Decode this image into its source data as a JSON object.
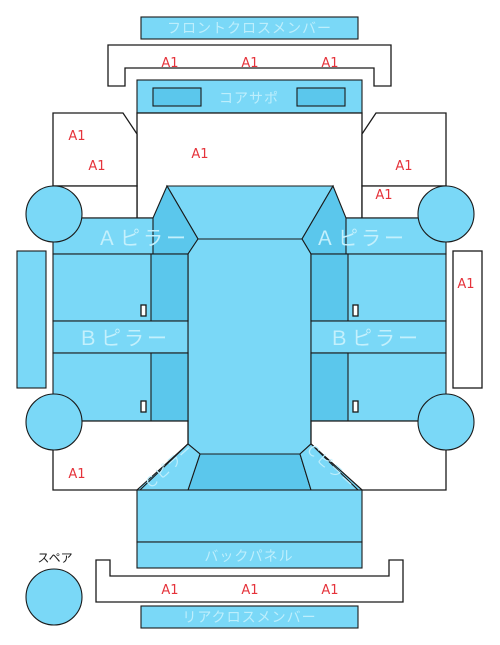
{
  "labels": {
    "front_cross_member": "フロントクロスメンバー",
    "core_support": "コアサポ",
    "a_pillar_left": "Ａピラー",
    "a_pillar_right": "Ａピラー",
    "b_pillar_left": "Ｂピラー",
    "b_pillar_right": "Ｂピラー",
    "c_pillar_left": "Ｃピラー",
    "c_pillar_right": "Ｃピラー",
    "back_panel": "バックパネル",
    "rear_cross_member": "リアクロスメンバー",
    "spare": "スペア"
  },
  "marks": {
    "front_member_1": "A1",
    "front_member_2": "A1",
    "front_member_3": "A1",
    "left_front_apron_1": "A1",
    "left_front_apron_2": "A1",
    "hood": "A1",
    "right_front_apron_1": "A1",
    "right_front_apron_2": "A1",
    "right_side_sill": "A1",
    "left_rear_quarter": "A1",
    "rear_member_1": "A1",
    "rear_member_2": "A1",
    "rear_member_3": "A1"
  },
  "colors": {
    "panel": "#7ad8f7",
    "panel_dark": "#5bc7ec",
    "damage_mark": "#e5333b"
  }
}
